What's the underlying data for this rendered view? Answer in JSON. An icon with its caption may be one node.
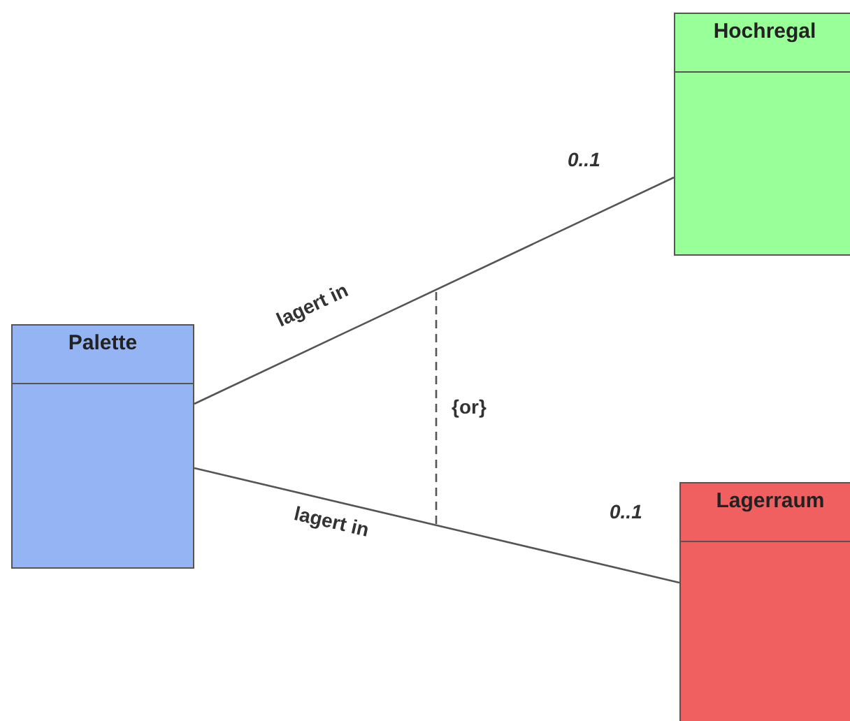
{
  "diagram": {
    "nodes": [
      {
        "text": [
          "Palette"
        ]
      },
      {
        "text": [
          "Hochregal"
        ]
      },
      {
        "text": [
          "Lagerraum"
        ]
      }
    ],
    "edges": [
      {
        "from": 0,
        "to": 1,
        "arrow": "none",
        "label": "lagert in"
      },
      {
        "from": 0,
        "to": 2,
        "arrow": "none",
        "label": "lagert in"
      }
    ],
    "labels": [
      "0..1",
      "{or}",
      "0..1"
    ]
  }
}
